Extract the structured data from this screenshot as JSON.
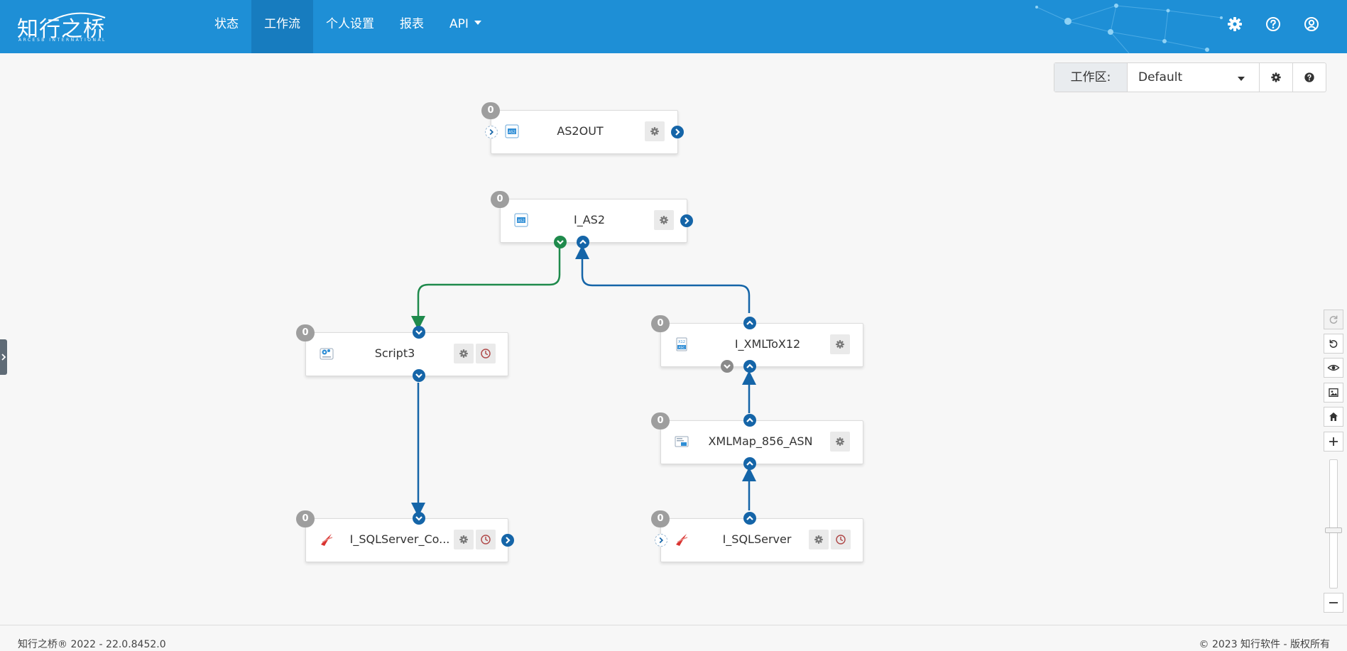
{
  "brand": {
    "name_cn": "知行之桥",
    "name_en": "ARCESB INTERNATIONAL"
  },
  "nav": {
    "items": [
      {
        "label": "状态",
        "active": false
      },
      {
        "label": "工作流",
        "active": true
      },
      {
        "label": "个人设置",
        "active": false
      },
      {
        "label": "报表",
        "active": false
      },
      {
        "label": "API",
        "active": false,
        "dropdown": true
      }
    ]
  },
  "header_icons": [
    "gear-icon",
    "help-icon",
    "user-icon"
  ],
  "workspace": {
    "label": "工作区:",
    "selected": "Default"
  },
  "nodes": {
    "as2out": {
      "label": "AS2OUT",
      "count": "0"
    },
    "i_as2": {
      "label": "I_AS2",
      "count": "0"
    },
    "script3": {
      "label": "Script3",
      "count": "0"
    },
    "i_xmltox12": {
      "label": "I_XMLToX12",
      "count": "0"
    },
    "xmlmap": {
      "label": "XMLMap_856_ASN",
      "count": "0"
    },
    "i_sqlserver_co": {
      "label": "I_SQLServer_Co...",
      "count": "0"
    },
    "i_sqlserver": {
      "label": "I_SQLServer",
      "count": "0"
    }
  },
  "footer": {
    "left": "知行之桥® 2022 - 22.0.8452.0",
    "right": "© 2023 知行软件 - 版权所有"
  },
  "colors": {
    "header": "#1e8fd6",
    "active_tab": "#177cbf",
    "port_blue": "#1565a8",
    "port_green": "#1f8a4c",
    "schedule_red": "#b04a4a"
  },
  "zoom_level": 0.47
}
